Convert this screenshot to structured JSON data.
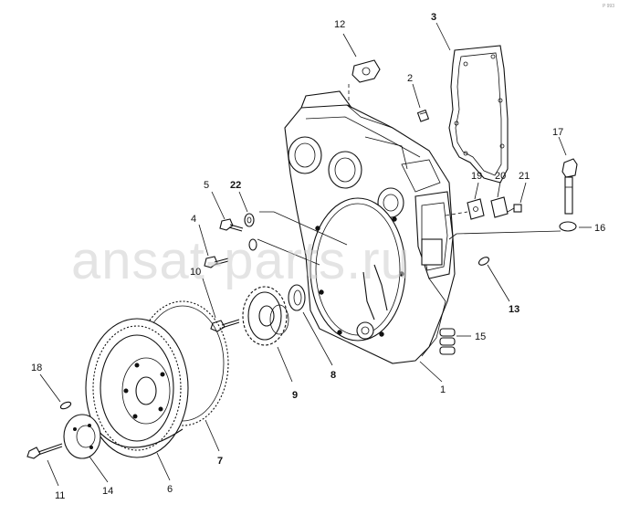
{
  "watermark": "ansat-parts.ru",
  "corner_mark": "P 993",
  "callouts": {
    "c1": "1",
    "c2": "2",
    "c3": "3",
    "c4": "4",
    "c5": "5",
    "c6": "6",
    "c7": "7",
    "c8": "8",
    "c9": "9",
    "c10": "10",
    "c11": "11",
    "c12": "12",
    "c13": "13",
    "c14": "14",
    "c15": "15",
    "c16": "16",
    "c17": "17",
    "c18": "18",
    "c19": "19",
    "c20": "20",
    "c21": "21",
    "c22": "22"
  }
}
